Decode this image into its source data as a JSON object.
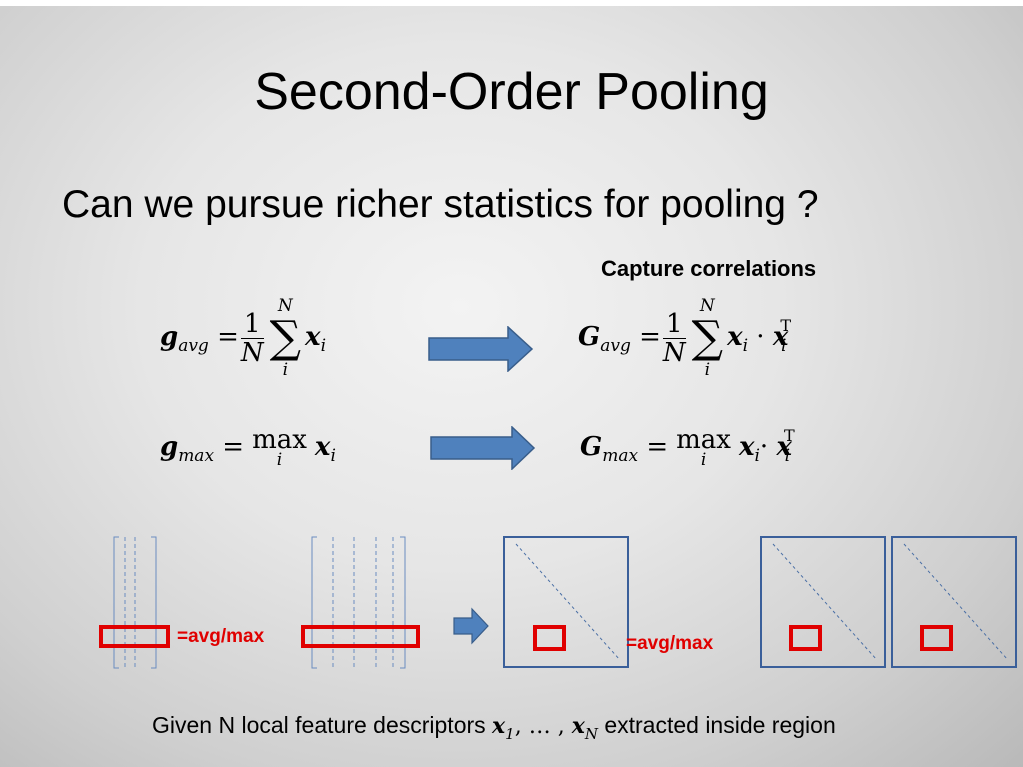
{
  "slide": {
    "title": "Second-Order Pooling",
    "subtitle": "Can we pursue richer statistics for pooling ?",
    "capture_label": "Capture correlations",
    "label_left": "=avg/max",
    "label_right": "=avg/max",
    "caption_before": "Given N local feature descriptors ",
    "caption_math": {
      "x": "x",
      "sub_1": "1",
      "sep": ", … , ",
      "sub_N": "N"
    },
    "caption_after": " extracted inside region"
  },
  "formulas": {
    "g_symbol": "g",
    "G_symbol": "G",
    "avg_sub": "avg",
    "max_sub": "max",
    "eq": "=",
    "one": "1",
    "N": "N",
    "i": "i",
    "sigma": "∑",
    "x": "x",
    "max_op": "max",
    "dot": "·",
    "T": "T"
  },
  "colors": {
    "arrow_fill": "#4f81bd",
    "arrow_stroke": "#385d8a",
    "highlight": "#e00000",
    "line_blue": "#4a6fa5"
  }
}
